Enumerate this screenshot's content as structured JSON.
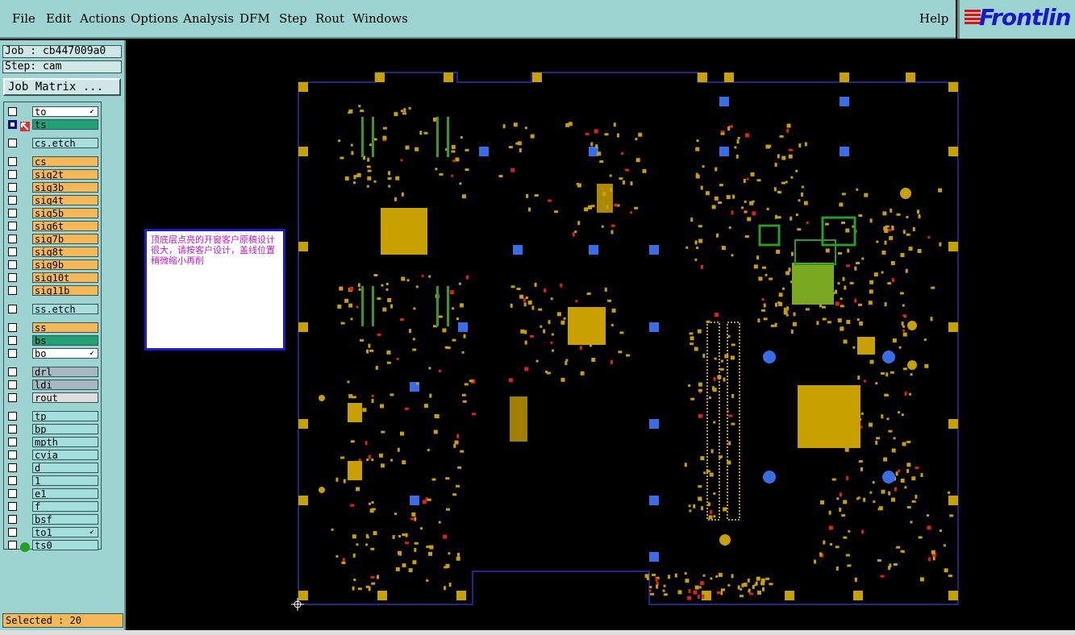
{
  "menu": {
    "items": [
      "File",
      "Edit",
      "Actions",
      "Options",
      "Analysis",
      "DFM",
      "Step",
      "Rout",
      "Windows"
    ],
    "help": "Help",
    "logo": "Frontlin"
  },
  "job": {
    "job_text": "Job : cb447009a0",
    "step_text": "Step: cam",
    "matrix_button": "Job Matrix ..."
  },
  "layers": [
    {
      "name": "to",
      "color": "white",
      "arrow": true
    },
    {
      "name": "ts",
      "color": "green",
      "active": true
    },
    {
      "name": "cs.etch",
      "color": "teal"
    },
    {
      "name": "cs",
      "color": "orange"
    },
    {
      "name": "sig2t",
      "color": "orange"
    },
    {
      "name": "sig3b",
      "color": "orange"
    },
    {
      "name": "sig4t",
      "color": "orange"
    },
    {
      "name": "sig5b",
      "color": "orange"
    },
    {
      "name": "sig6t",
      "color": "orange"
    },
    {
      "name": "sig7b",
      "color": "orange"
    },
    {
      "name": "sig8t",
      "color": "orange"
    },
    {
      "name": "sig9b",
      "color": "orange"
    },
    {
      "name": "sig10t",
      "color": "orange"
    },
    {
      "name": "sig11b",
      "color": "orange"
    },
    {
      "name": "ss.etch",
      "color": "teal"
    },
    {
      "name": "ss",
      "color": "orange"
    },
    {
      "name": "bs",
      "color": "green"
    },
    {
      "name": "bo",
      "color": "white",
      "arrow": true
    },
    {
      "name": "drl",
      "color": "gray"
    },
    {
      "name": "ldi",
      "color": "gray"
    },
    {
      "name": "rout",
      "color": "lgray"
    },
    {
      "name": "tp",
      "color": "cyan"
    },
    {
      "name": "bp",
      "color": "cyan"
    },
    {
      "name": "mpth",
      "color": "cyan"
    },
    {
      "name": "cvia",
      "color": "cyan"
    },
    {
      "name": "d",
      "color": "cyan"
    },
    {
      "name": "1",
      "color": "cyan"
    },
    {
      "name": "e1",
      "color": "cyan"
    },
    {
      "name": "f",
      "color": "cyan"
    },
    {
      "name": "bsf",
      "color": "cyan"
    },
    {
      "name": "to1",
      "color": "cyan",
      "arrow": true
    },
    {
      "name": "ts0",
      "color": "cyan",
      "dot": true
    }
  ],
  "status": {
    "selected": "Selected : 20"
  },
  "note": {
    "text": "顶底层点亮的开窗客户原稿设计很大，请按客户设计，盖线位置稍微缩小再削"
  },
  "colors": {
    "panel": "#9dd4d2",
    "pad": "#c8a000",
    "fiducial": "#3a6ee8",
    "outline": "#3030d0"
  }
}
